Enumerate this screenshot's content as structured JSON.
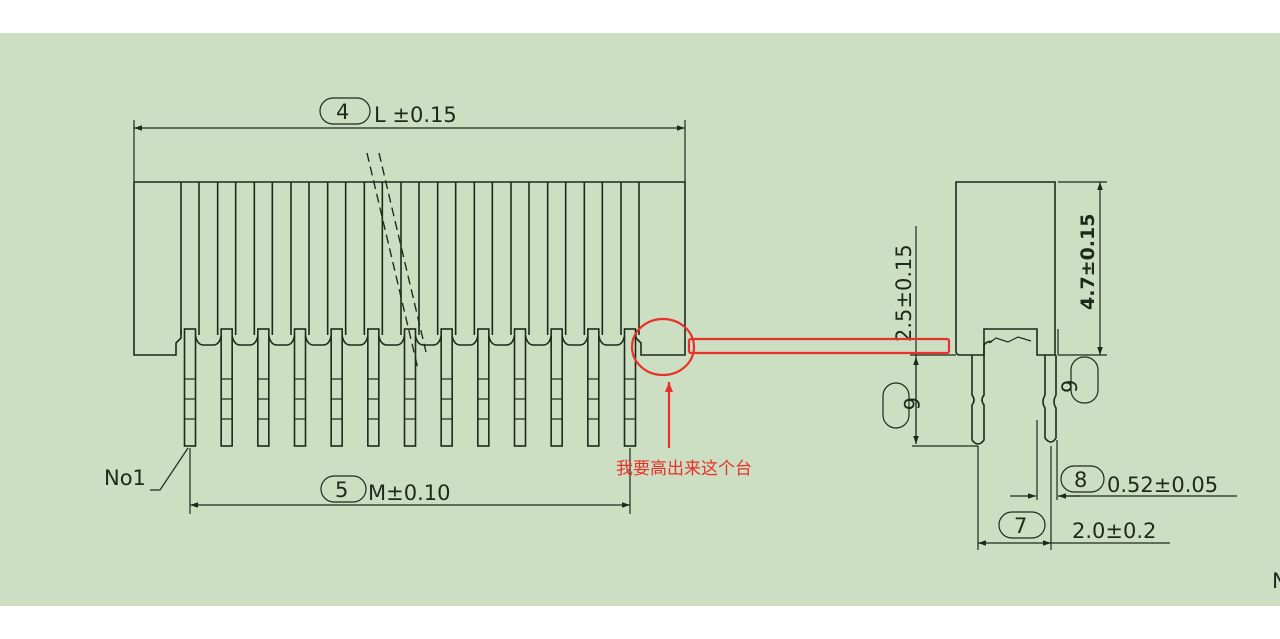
{
  "drawing": {
    "background_color": "#cddfc2",
    "line_color": "#1d2a1b",
    "annotation_color": "#e8312a",
    "front_view": {
      "pin_count_visible": 13,
      "pin1_label": "No1",
      "dim_length": {
        "balloon": "4",
        "text": "L ±0.15"
      },
      "dim_pitch_span": {
        "balloon": "5",
        "text": "M±0.10"
      }
    },
    "side_view": {
      "dim_height": {
        "text": "4.7±0.15"
      },
      "dim_standoff": {
        "text": "2.5±0.15"
      },
      "dim_pin_length": {
        "balloon": "6"
      },
      "dim_balloon_9": {
        "balloon": "9"
      },
      "dim_pin_width": {
        "balloon": "8",
        "text": "0.52±0.05"
      },
      "dim_row_pitch": {
        "balloon": "7",
        "text": "2.0±0.2"
      }
    },
    "annotation": {
      "text": "我要高出来这个台"
    },
    "corner_fragment": "N"
  }
}
